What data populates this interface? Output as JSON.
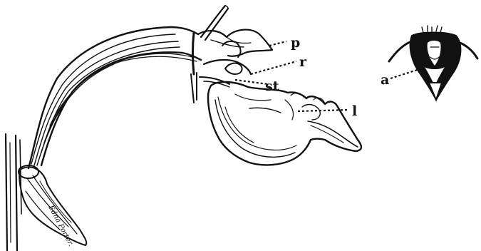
{
  "labels": {
    "p": "p",
    "r": "r",
    "st": "st",
    "l": "l",
    "a": "a"
  },
  "signature": "Edna Porter."
}
